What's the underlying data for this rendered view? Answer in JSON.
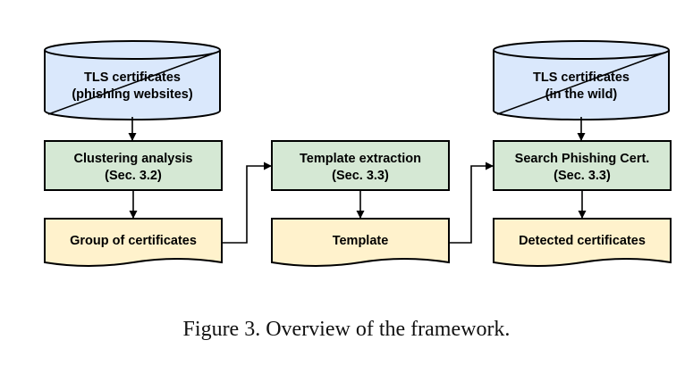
{
  "diagram": {
    "db_left": {
      "line1": "TLS certificates",
      "line2": "(phishing websites)"
    },
    "db_right": {
      "line1": "TLS certificates",
      "line2": "(in the wild)"
    },
    "proc_cluster": {
      "line1": "Clustering analysis",
      "line2": "(Sec. 3.2)"
    },
    "proc_template": {
      "line1": "Template extraction",
      "line2": "(Sec. 3.3)"
    },
    "proc_search": {
      "line1": "Search Phishing Cert.",
      "line2": "(Sec. 3.3)"
    },
    "doc_group": {
      "label": "Group of certificates"
    },
    "doc_template": {
      "label": "Template"
    },
    "doc_detected": {
      "label": "Detected certificates"
    },
    "colors": {
      "database_fill": "#dae8fc",
      "process_fill": "#d5e8d4",
      "document_fill": "#fff2cc",
      "stroke": "#000000"
    }
  },
  "caption": "Figure 3. Overview of the framework."
}
